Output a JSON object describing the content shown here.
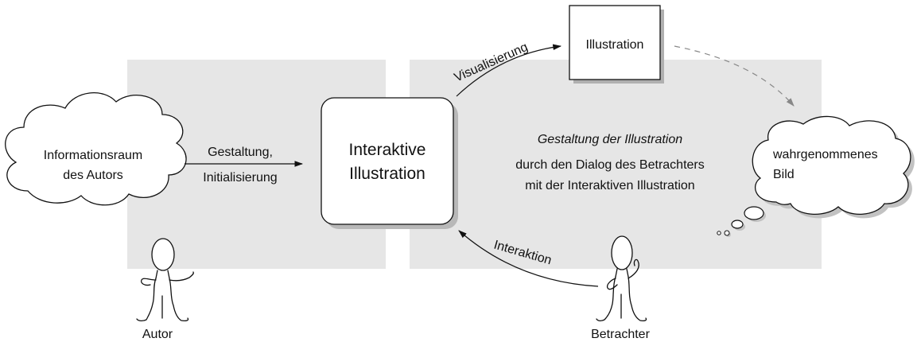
{
  "diagram": {
    "cloud_author": {
      "line1": "Informationsraum",
      "line2": "des Autors"
    },
    "arrow_author": {
      "line1": "Gestaltung,",
      "line2": "Initialisierung"
    },
    "interactive_box": {
      "line1": "Interaktive",
      "line2": "Illustration"
    },
    "illustration_box": {
      "label": "Illustration"
    },
    "visualisierung_label": "Visualisierung",
    "interaktion_label": "Interaktion",
    "center_text": {
      "line1": "Gestaltung der Illustration",
      "line2": "durch den Dialog des Betrachters",
      "line3": "mit der Interaktiven Illustration"
    },
    "thought_bubble": {
      "line1": "wahrgenommenes",
      "line2": "Bild"
    },
    "author_label": "Autor",
    "viewer_label": "Betrachter"
  }
}
